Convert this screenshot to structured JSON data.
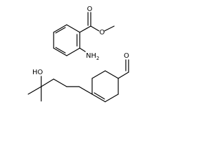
{
  "colors": {
    "background": "#ffffff",
    "bond": "#000000",
    "label": "#000000"
  },
  "molecules": {
    "methyl_anthranilate": {
      "amine_label": "NH2",
      "amine_label_main": "NH",
      "amine_label_sub": "2"
    },
    "hydroxycitronellal_like": {
      "hydroxyl_label": "HO"
    }
  }
}
